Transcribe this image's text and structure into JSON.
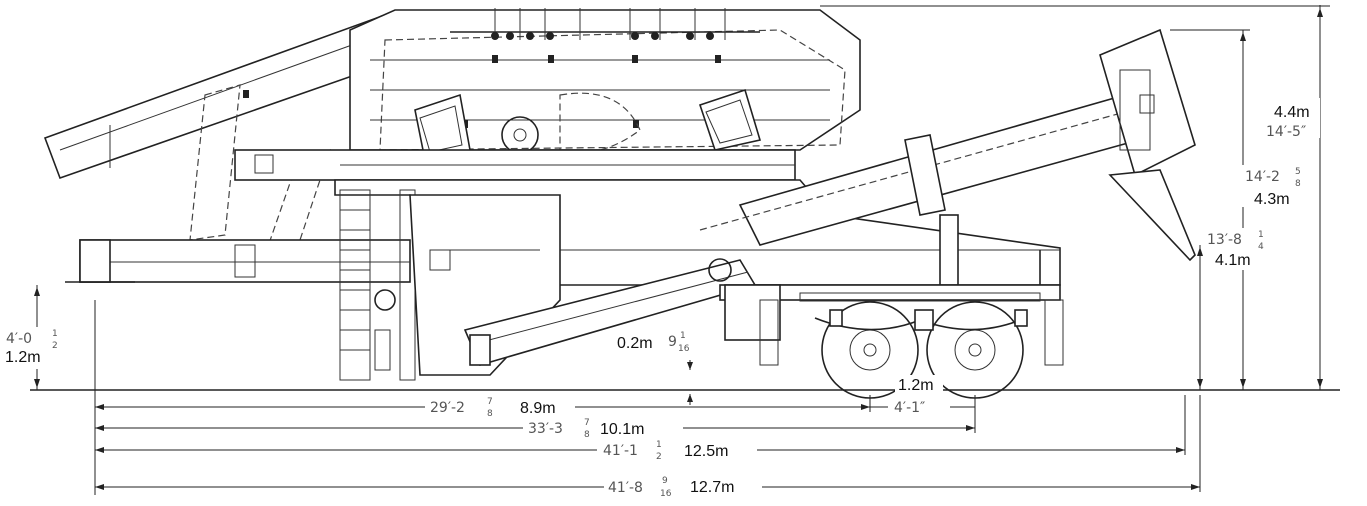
{
  "dimensions": {
    "overall_height": {
      "imperial": "14′-5″",
      "metric": "4.4m"
    },
    "height_2": {
      "imperial": "14′-2",
      "imperial_frac_num": "5",
      "imperial_frac_den": "8",
      "metric": "4.3m"
    },
    "height_3": {
      "imperial": "13′-8",
      "imperial_frac_num": "1",
      "imperial_frac_den": "4",
      "metric": "4.1m"
    },
    "hitch_height": {
      "imperial": "4′-0",
      "imperial_frac_num": "1",
      "imperial_frac_den": "2",
      "metric": "1.2m"
    },
    "ground_clearance": {
      "imperial": "9",
      "imperial_frac_num": "1",
      "imperial_frac_den": "16",
      "metric": "0.2m"
    },
    "axle_spacing": {
      "imperial": "4′-1″",
      "metric": "1.2m"
    },
    "length_1": {
      "imperial": "29′-2",
      "imperial_frac_num": "7",
      "imperial_frac_den": "8",
      "metric": "8.9m"
    },
    "length_2": {
      "imperial": "33′-3",
      "imperial_frac_num": "7",
      "imperial_frac_den": "8",
      "metric": "10.1m"
    },
    "length_3": {
      "imperial": "41′-1",
      "imperial_frac_num": "1",
      "imperial_frac_den": "2",
      "metric": "12.5m"
    },
    "overall_length": {
      "imperial": "41′-8",
      "imperial_frac_num": "9",
      "imperial_frac_den": "16",
      "metric": "12.7m"
    }
  }
}
